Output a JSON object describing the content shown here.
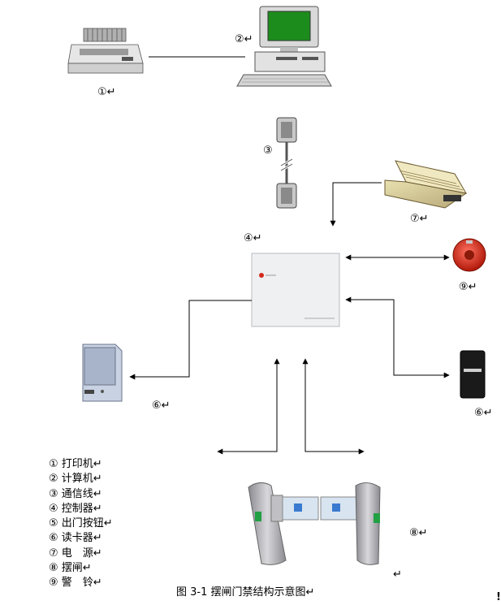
{
  "labels": {
    "printer": "①↵",
    "computer": "②↵",
    "cable": "③",
    "controller": "④↵",
    "card_reader_left": "⑥↵",
    "card_reader_right": "⑥↵",
    "power_supply": "⑦↵",
    "turnstile": "⑧↵",
    "bell": "⑨↵",
    "stray_mark": "↵"
  },
  "legend": [
    "① 打印机↵",
    "② 计算机↵",
    "③ 通信线↵",
    "④ 控制器↵",
    "⑤ 出门按钮↵",
    "⑥ 读卡器↵",
    "⑦ 电　源↵",
    "⑧ 摆闸↵",
    "⑨ 警　铃↵"
  ],
  "caption": "图 3-1 摆闸门禁结构示意图↵",
  "corner_mark": "!",
  "colors": {
    "line": "#000000",
    "monitor_screen": "#1c8c1c",
    "bell": "#d42a1a",
    "turnstile_metal": "#b8b8bc",
    "controller_box": "#eef0f2"
  }
}
